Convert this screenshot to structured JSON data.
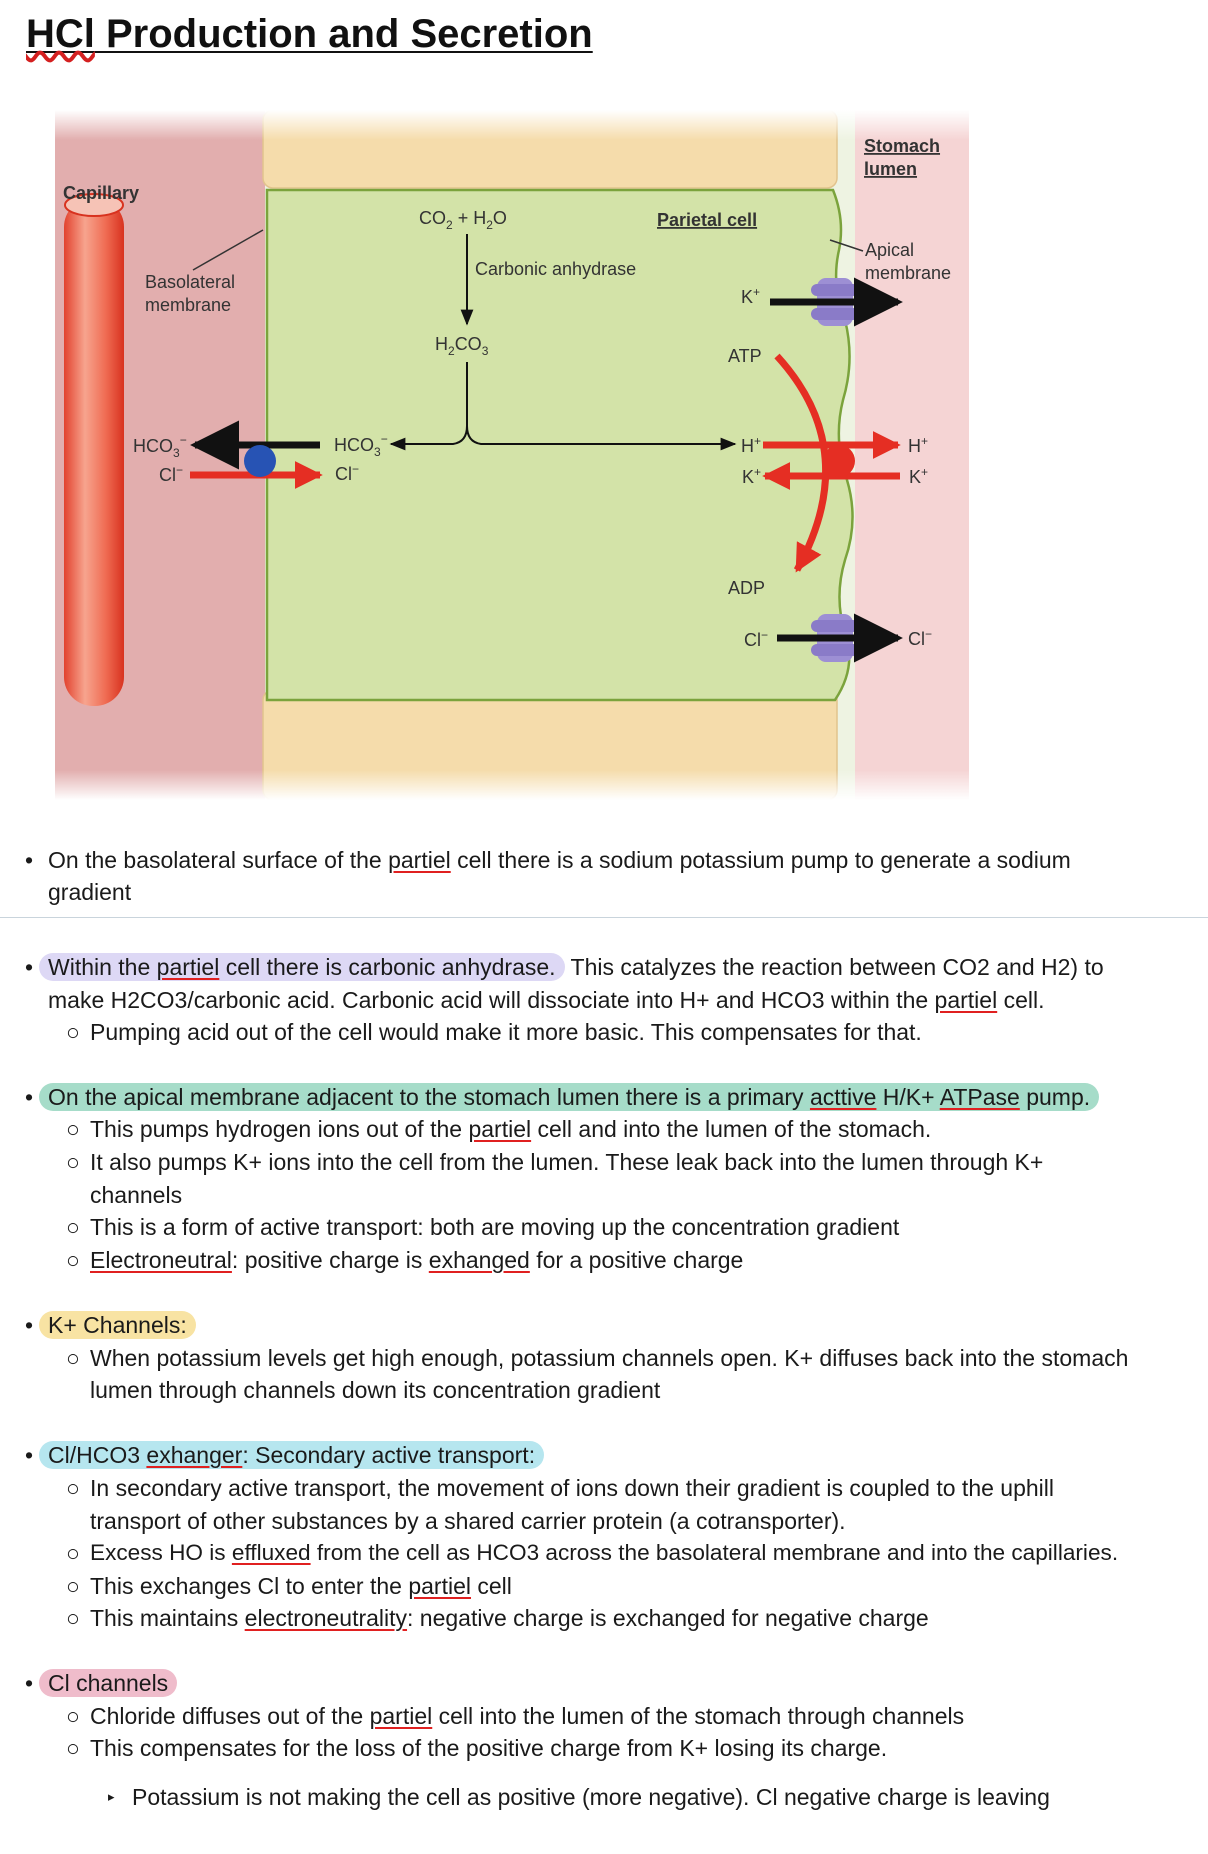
{
  "title": {
    "a": "HCl",
    "b": " Production and Secretion"
  },
  "diagram": {
    "capillary": "Capillary",
    "basolateral": [
      "Basolateral",
      "membrane"
    ],
    "stomach_lumen": [
      "Stomach",
      "lumen"
    ],
    "apical": [
      "Apical",
      "membrane"
    ],
    "parietal_cell": "Parietal cell",
    "co2_h2o": {
      "a": "CO",
      "s1": "2",
      "b": " + H",
      "s2": "2",
      "c": "O"
    },
    "carbonic_anhydrase": "Carbonic anhydrase",
    "h2co3": {
      "a": "H",
      "s1": "2",
      "b": "CO",
      "s2": "3"
    },
    "atp": "ATP",
    "adp": "ADP",
    "k": {
      "base": "K",
      "sup": "+"
    },
    "h": {
      "base": "H",
      "sup": "+"
    },
    "cl": {
      "base": "Cl",
      "sup": "−"
    },
    "hco3": {
      "base": "HCO",
      "sub": "3",
      "sup": "−"
    },
    "colors": {
      "capillary_region": "#e2aeae",
      "lumen_region": "#f5d4d4",
      "cell_fill": "#d3e3a8",
      "cell_border": "#7ba33c",
      "neighbor_cell": "#f5dcab",
      "red": "#e52e23",
      "purple": "#9d8fd4",
      "blue": "#2753b4"
    }
  },
  "notes": {
    "b1": {
      "a": "On the basolateral surface of the ",
      "s": "partiel",
      "b": " cell there is a sodium potassium pump to generate a sodium",
      "l2": "gradient"
    },
    "b2": {
      "hl_a": "Within the ",
      "hl_s": "partiel",
      "hl_b": " cell there is carbonic anhydrase.",
      "rest": " This catalyzes the reaction between CO2 and H2) to",
      "l2a": "make H2CO3/carbonic acid. Carbonic acid will dissociate into H+ and HCO3 within the ",
      "l2s": "partiel",
      "l2b": " cell."
    },
    "b2s1": "Pumping acid out of the cell would make it more basic. This compensates for that.",
    "b3": {
      "a": "On the apical membrane adjacent to the stomach lumen there is a primary ",
      "s1": "acttive",
      "b": " H/K+ ",
      "s2": "ATPase",
      "c": " pump."
    },
    "b3s1": {
      "a": "This pumps hydrogen ions out of the ",
      "s": "partiel",
      "b": " cell and into the lumen of the stomach."
    },
    "b3s2": {
      "l1": "It also pumps K+ ions into the cell from the lumen. These leak back into the lumen through K+",
      "l2": "channels"
    },
    "b3s3": "This is a form of active transport: both are moving up the concentration gradient",
    "b3s4": {
      "s1": "Electroneutral",
      "a": ": positive charge is ",
      "s2": "exhanged",
      "b": " for a positive charge"
    },
    "b4": "K+ Channels:",
    "b4s1": {
      "l1": "When potassium levels get high enough, potassium channels open. K+ diffuses back into the stomach",
      "l2": "lumen through channels down its concentration gradient"
    },
    "b5": {
      "a": "Cl/HCO3 ",
      "s": "exhanger",
      "b": ": Secondary active transport:"
    },
    "b5s1": {
      "l1": "In secondary active transport, the movement of ions down their gradient is coupled to the uphill",
      "l2": "transport of other substances by a shared carrier protein (a cotransporter)."
    },
    "b5s2": {
      "a": "Excess HO is ",
      "s": "effluxed",
      "b": " from the cell as HCO3 across the basolateral membrane and into the capillaries."
    },
    "b5s3": {
      "a": "This exchanges Cl to enter the ",
      "s": "partiel",
      "b": " cell"
    },
    "b5s4": {
      "a": "This maintains ",
      "s": "electroneutrality",
      "b": ": negative charge is exchanged for negative charge"
    },
    "b6": "Cl channels",
    "b6s1": {
      "a": "Chloride diffuses out of the ",
      "s": "partiel",
      "b": " cell into the lumen of the stomach through channels"
    },
    "b6s2": "This compensates for the loss of the positive charge from K+ losing its charge.",
    "b6ss1": "Potassium is not making the cell as positive (more negative). Cl negative charge is leaving"
  }
}
